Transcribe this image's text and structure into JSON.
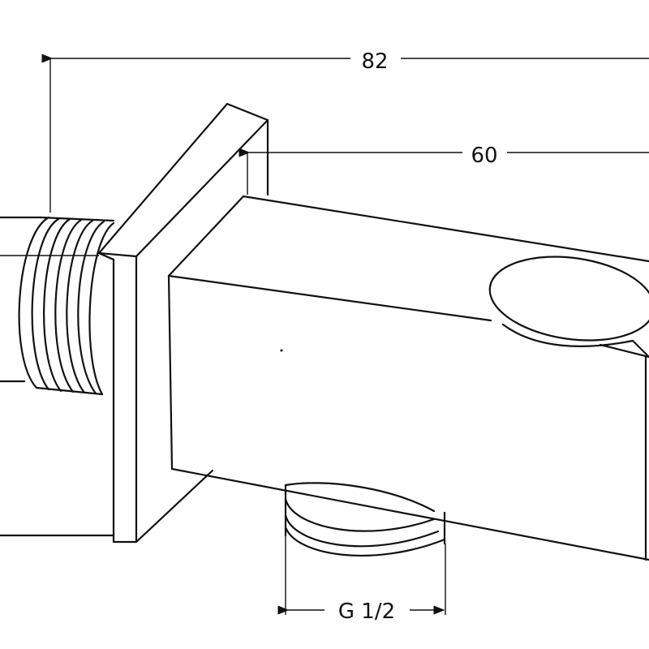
{
  "dimensions": {
    "overall_length": "82",
    "body_length": "60",
    "thread_size": "G 1/2"
  },
  "colors": {
    "line": "#111111",
    "background": "#ffffff"
  }
}
